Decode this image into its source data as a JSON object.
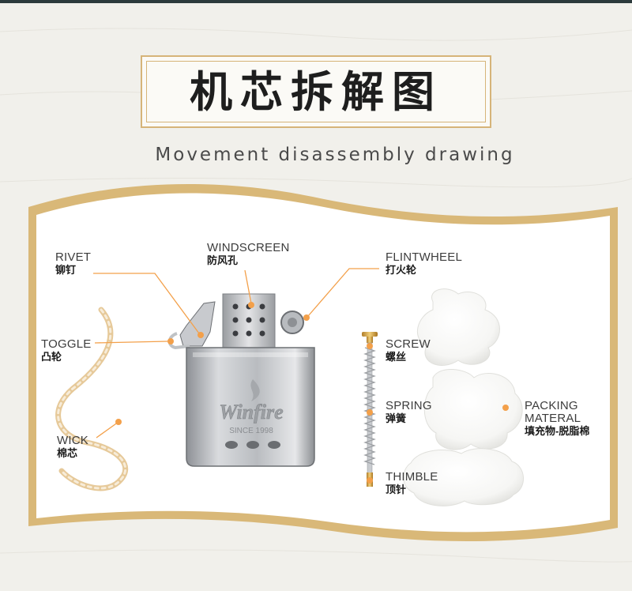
{
  "header": {
    "title": "机芯拆解图",
    "subtitle": "Movement disassembly drawing"
  },
  "parts": {
    "rivet": {
      "en": "RIVET",
      "cn": "铆钉"
    },
    "windscreen": {
      "en": "WINDSCREEN",
      "cn": "防风孔"
    },
    "flintwheel": {
      "en": "FLINTWHEEL",
      "cn": "打火轮"
    },
    "toggle": {
      "en": "TOGGLE",
      "cn": "凸轮"
    },
    "wick": {
      "en": "WICK",
      "cn": "棉芯"
    },
    "screw": {
      "en": "SCREW",
      "cn": "螺丝"
    },
    "spring": {
      "en": "SPRING",
      "cn": "弹簧"
    },
    "thimble": {
      "en": "THIMBLE",
      "cn": "顶针"
    },
    "packing": {
      "en1": "PACKING",
      "en2": "MATERAL",
      "cn": "填充物-脱脂棉"
    }
  },
  "insert": {
    "brand": "Winfire",
    "stamp": "SINCE 1998"
  },
  "colors": {
    "accent_gold": "#d8b16e",
    "callout_orange": "#f3a04a",
    "background": "#f1f0eb"
  }
}
